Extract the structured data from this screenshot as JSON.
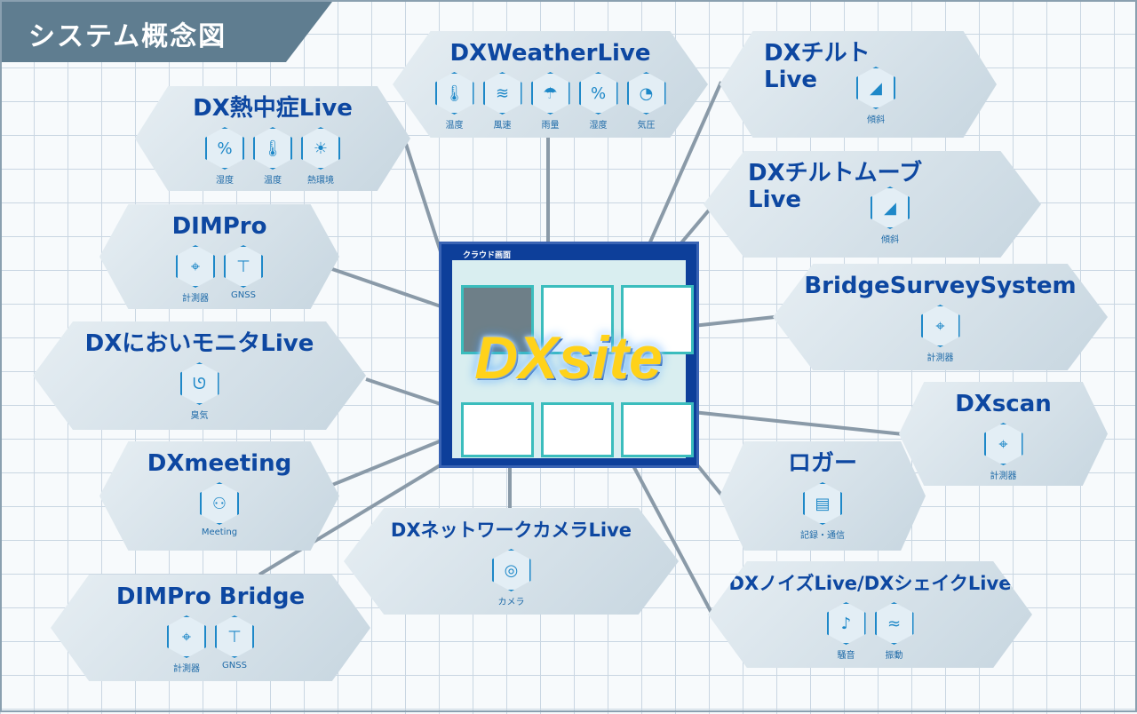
{
  "title": "システム概念図",
  "center": {
    "logo": "DXsite",
    "screen_title": "クラウド画面"
  },
  "nodes": {
    "weather": {
      "title": "DXWeatherLive",
      "icons": [
        {
          "n": "thermometer-icon",
          "g": "🌡",
          "l": "温度"
        },
        {
          "n": "wind-icon",
          "g": "≋",
          "l": "風速"
        },
        {
          "n": "rain-icon",
          "g": "☂",
          "l": "雨量"
        },
        {
          "n": "humidity-icon",
          "g": "%",
          "l": "湿度"
        },
        {
          "n": "pressure-gauge-icon",
          "g": "◔",
          "l": "気圧"
        }
      ]
    },
    "heat": {
      "title": "DX熱中症Live",
      "icons": [
        {
          "n": "humidity-icon",
          "g": "%",
          "l": "湿度"
        },
        {
          "n": "thermometer-icon",
          "g": "🌡",
          "l": "温度"
        },
        {
          "n": "sun-icon",
          "g": "☀",
          "l": "熱環境"
        }
      ]
    },
    "tilt": {
      "title": "DXチルト\nLive",
      "icons": [
        {
          "n": "slope-icon",
          "g": "◢",
          "l": "傾斜"
        }
      ]
    },
    "tiltmove": {
      "title": "DXチルトムーブ\nLive",
      "icons": [
        {
          "n": "slope-icon",
          "g": "◢",
          "l": "傾斜"
        }
      ]
    },
    "dimpro": {
      "title": "DIMPro",
      "icons": [
        {
          "n": "total-station-icon",
          "g": "⌖",
          "l": "計測器"
        },
        {
          "n": "gnss-icon",
          "g": "⊤",
          "l": "GNSS"
        }
      ]
    },
    "bridge_survey": {
      "title": "BridgeSurveySystem",
      "icons": [
        {
          "n": "total-station-icon",
          "g": "⌖",
          "l": "計測器"
        }
      ]
    },
    "odor": {
      "title": "DXにおいモニタLive",
      "icons": [
        {
          "n": "nose-icon",
          "g": "ᘎ",
          "l": "臭気"
        }
      ]
    },
    "scan": {
      "title": "DXscan",
      "icons": [
        {
          "n": "total-station-icon",
          "g": "⌖",
          "l": "計測器"
        }
      ]
    },
    "meeting": {
      "title": "DXmeeting",
      "icons": [
        {
          "n": "meeting-icon",
          "g": "⚇",
          "l": "Meeting"
        }
      ]
    },
    "logger": {
      "title": "ロガー",
      "icons": [
        {
          "n": "logger-icon",
          "g": "▤",
          "l": "記録・通信"
        }
      ]
    },
    "camera": {
      "title": "DXネットワークカメラLive",
      "icons": [
        {
          "n": "camera-icon",
          "g": "◎",
          "l": "カメラ"
        }
      ]
    },
    "dimpro_bridge": {
      "title": "DIMPro  Bridge",
      "icons": [
        {
          "n": "total-station-icon",
          "g": "⌖",
          "l": "計測器"
        },
        {
          "n": "gnss-icon",
          "g": "⊤",
          "l": "GNSS"
        }
      ]
    },
    "noise": {
      "title": "DXノイズLive/DXシェイクLive",
      "icons": [
        {
          "n": "ear-icon",
          "g": "♪",
          "l": "騒音"
        },
        {
          "n": "vibration-icon",
          "g": "≈",
          "l": "振動"
        }
      ]
    }
  }
}
